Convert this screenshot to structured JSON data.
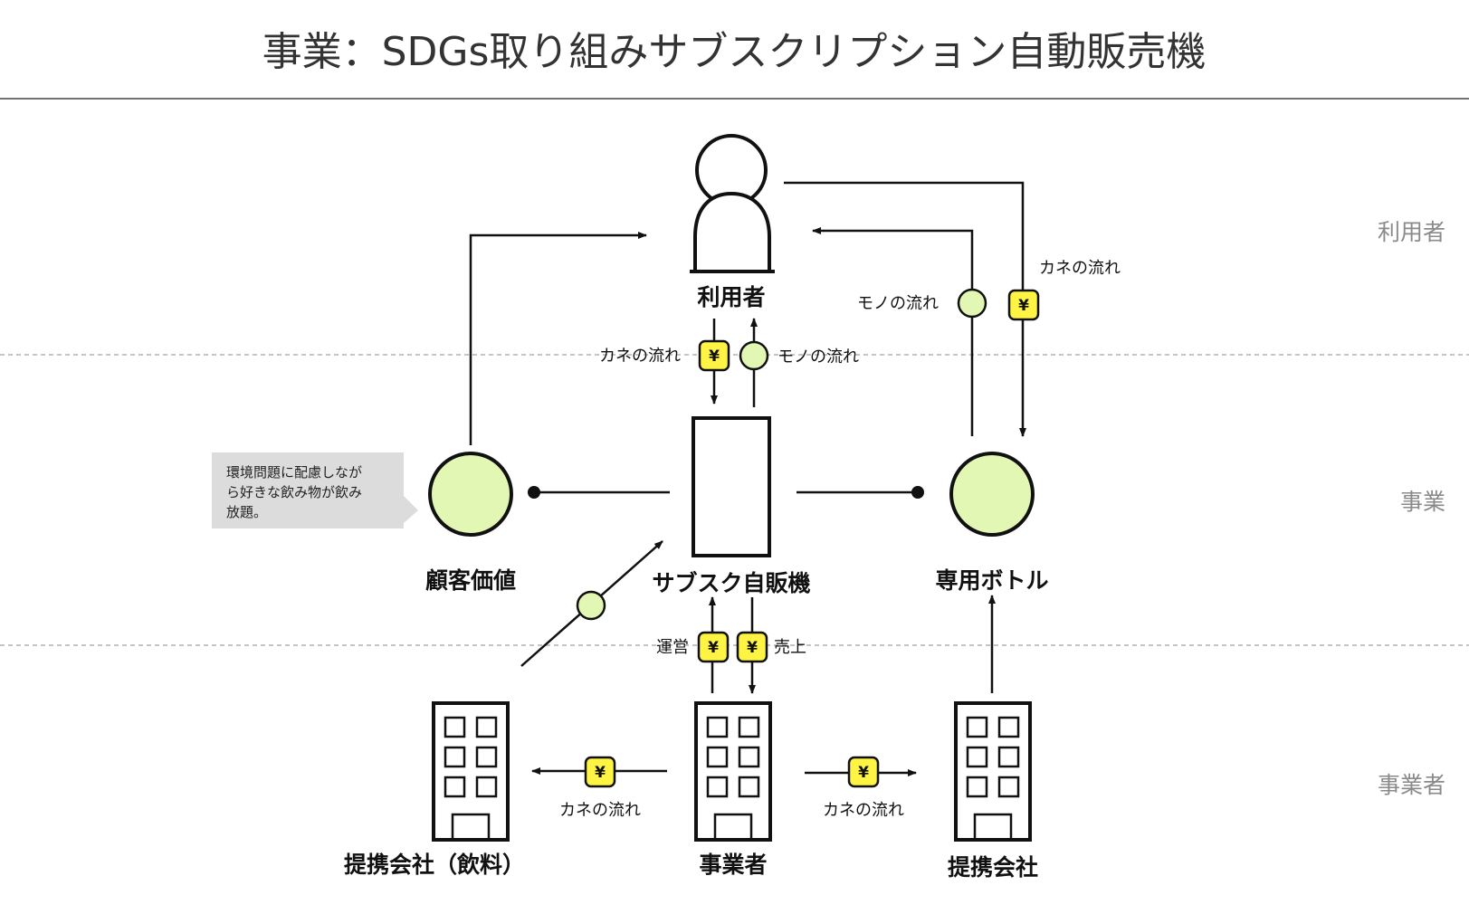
{
  "title": "事業：SDGs取り組みサブスクリプション自動販売機",
  "layers": {
    "user": "利用者",
    "business": "事業",
    "operator": "事業者"
  },
  "nodes": {
    "user": "利用者",
    "vending_machine": "サブスク自販機",
    "customer_value": "顧客価値",
    "bottle": "専用ボトル",
    "partner_drink": "提携会社（飲料）",
    "operator": "事業者",
    "partner": "提携会社"
  },
  "flows": {
    "vm_to_user_money": "カネの流れ",
    "vm_to_user_goods": "モノの流れ",
    "bottle_goods": "モノの流れ",
    "bottle_money": "カネの流れ",
    "operation": "運営",
    "sales": "売上",
    "to_partner_drink_money": "カネの流れ",
    "to_partner_money": "カネの流れ"
  },
  "yen_symbol": "¥",
  "note": {
    "lines": [
      "環境問題に配慮しなが",
      "ら好きな飲み物が飲み",
      "放題。"
    ]
  },
  "colors": {
    "green_fill": "#E2F7B4",
    "yen_fill": "#FFF443",
    "layer_label": "#8a8a8a",
    "note_bg": "#DCDCDC"
  },
  "icons": {
    "user": "person-icon",
    "vending_machine": "vending-machine-rect",
    "operator": "building-icon",
    "partner": "building-icon"
  }
}
